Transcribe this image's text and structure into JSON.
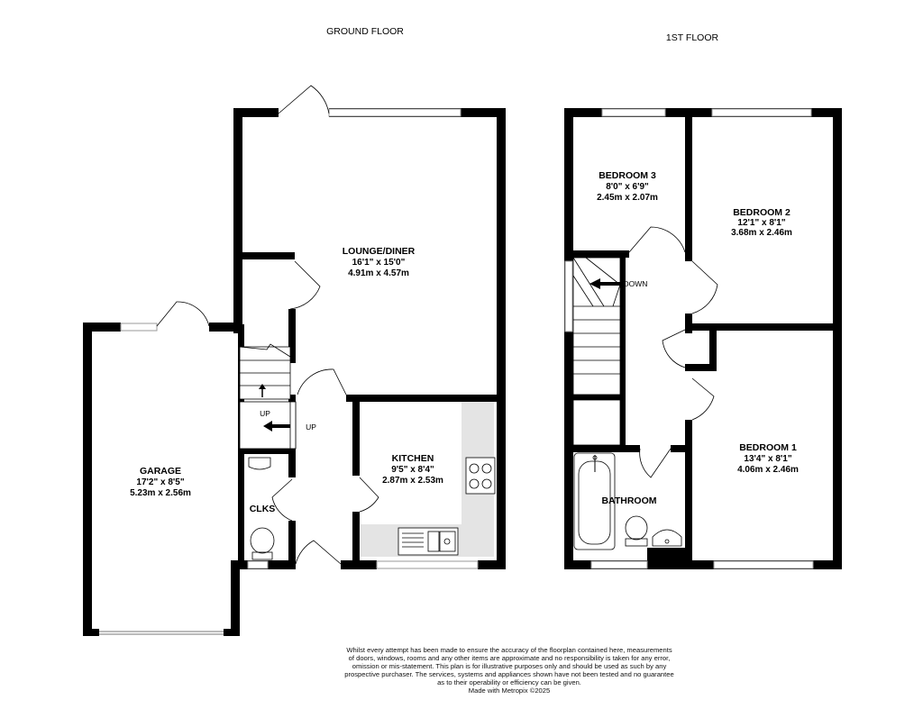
{
  "floors": {
    "ground": "GROUND FLOOR",
    "first": "1ST FLOOR"
  },
  "rooms": {
    "lounge": {
      "name": "LOUNGE/DINER",
      "imperial": "16'1\" x 15'0\"",
      "metric": "4.91m x 4.57m"
    },
    "kitchen": {
      "name": "KITCHEN",
      "imperial": "9'5\" x 8'4\"",
      "metric": "2.87m x 2.53m"
    },
    "garage": {
      "name": "GARAGE",
      "imperial": "17'2\" x 8'5\"",
      "metric": "5.23m x 2.56m"
    },
    "clks": {
      "name": "CLKS"
    },
    "bedroom3": {
      "name": "BEDROOM 3",
      "imperial": "8'0\" x 6'9\"",
      "metric": "2.45m x 2.07m"
    },
    "bedroom2": {
      "name": "BEDROOM 2",
      "imperial": "12'1\" x 8'1\"",
      "metric": "3.68m x 2.46m"
    },
    "bedroom1": {
      "name": "BEDROOM 1",
      "imperial": "13'4\" x 8'1\"",
      "metric": "4.06m x 2.46m"
    },
    "bathroom": {
      "name": "BATHROOM"
    }
  },
  "stairs": {
    "up_upper": "UP",
    "up_lower": "UP",
    "down": "DOWN"
  },
  "disclaimer": {
    "lines": [
      "Whilst every attempt has been made to ensure the accuracy of the floorplan contained here, measurements",
      "of doors, windows, rooms and any other items are approximate and no responsibility is taken for any error,",
      "omission or mis-statement. This plan is for illustrative purposes only and should be used as such by any",
      "prospective purchaser. The services, systems and appliances shown have not been tested and no guarantee",
      "as to their operability or efficiency can be given."
    ],
    "credit": "Made with Metropix ©2025"
  }
}
